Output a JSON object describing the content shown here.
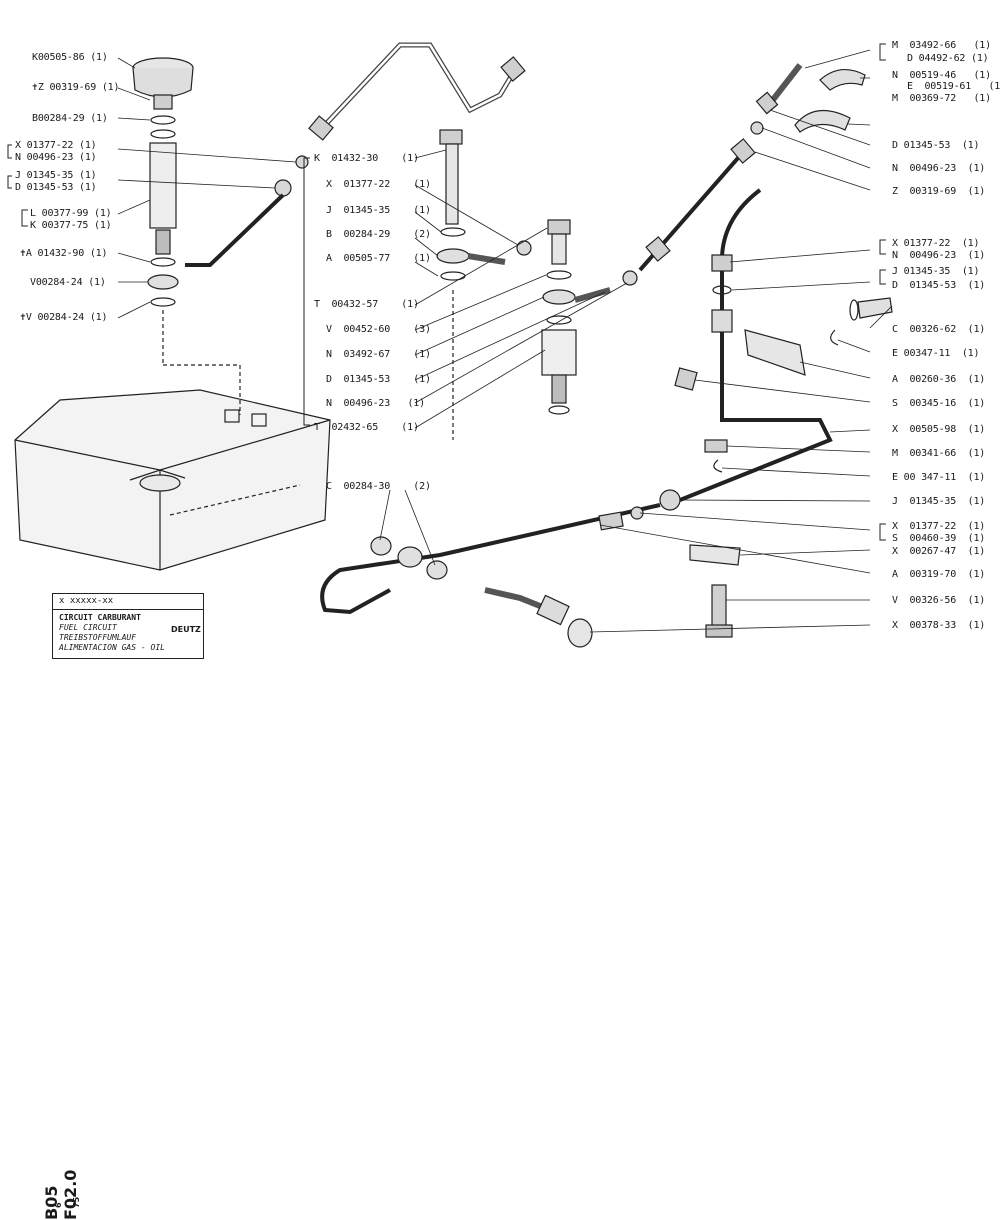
{
  "title_block": {
    "ref_code": "x  xxxxx-xx",
    "lines": [
      "CIRCUIT CARBURANT",
      "FUEL CIRCUIT",
      "TREIBSTOFFUMLAUF",
      "ALIMENTACION GAS - OIL"
    ],
    "brand": "DEUTZ",
    "sheet_code": "B05  F02.0",
    "date": "6 - 75"
  },
  "left_labels": [
    "K00505-86 (1)",
    "✝Z 00319-69 (1)",
    "B00284-29 (1)",
    "X 01377-22 (1)",
    "N 00496-23 (1)",
    "J 01345-35 (1)",
    "D 01345-53 (1)",
    "L 00377-99 (1)",
    "K 00377-75 (1)",
    "✝A 01432-90 (1)",
    "V00284-24 (1)",
    "✝V 00284-24 (1)"
  ],
  "center_labels": [
    "K  01432-30    (1)",
    "X  01377-22    (1)",
    "J  01345-35    (1)",
    "B  00284-29    (2)",
    "A  00505-77    (1)",
    "T  00432-57    (1)",
    "V  00452-60    (3)",
    "N  03492-67    (1)",
    "D  01345-53    (1)",
    "N  00496-23   (1)",
    "T  02432-65    (1)",
    "C  00284-30    (2)"
  ],
  "right_labels": [
    "M  03492-66   (1)",
    "D 04492-62 (1)",
    "N  00519-46   (1)",
    "E  00519-61   (1)",
    "M  00369-72   (1)",
    "D 01345-53  (1)",
    "N  00496-23  (1)",
    "Z  00319-69  (1)",
    "X 01377-22  (1)",
    "N  00496-23  (1)",
    "J 01345-35  (1)",
    "D  01345-53  (1)",
    "C  00326-62  (1)",
    "E 00347-11  (1)",
    "A  00260-36  (1)",
    "S  00345-16  (1)",
    "X  00505-98  (1)",
    "M  00341-66  (1)",
    "E 00 347-11  (1)",
    "J  01345-35  (1)",
    "X  01377-22  (1)",
    "S  00460-39  (1)",
    "X  00267-47  (1)",
    "A  00319-70  (1)",
    "V  00326-56  (1)",
    "X  00378-33  (1)"
  ]
}
